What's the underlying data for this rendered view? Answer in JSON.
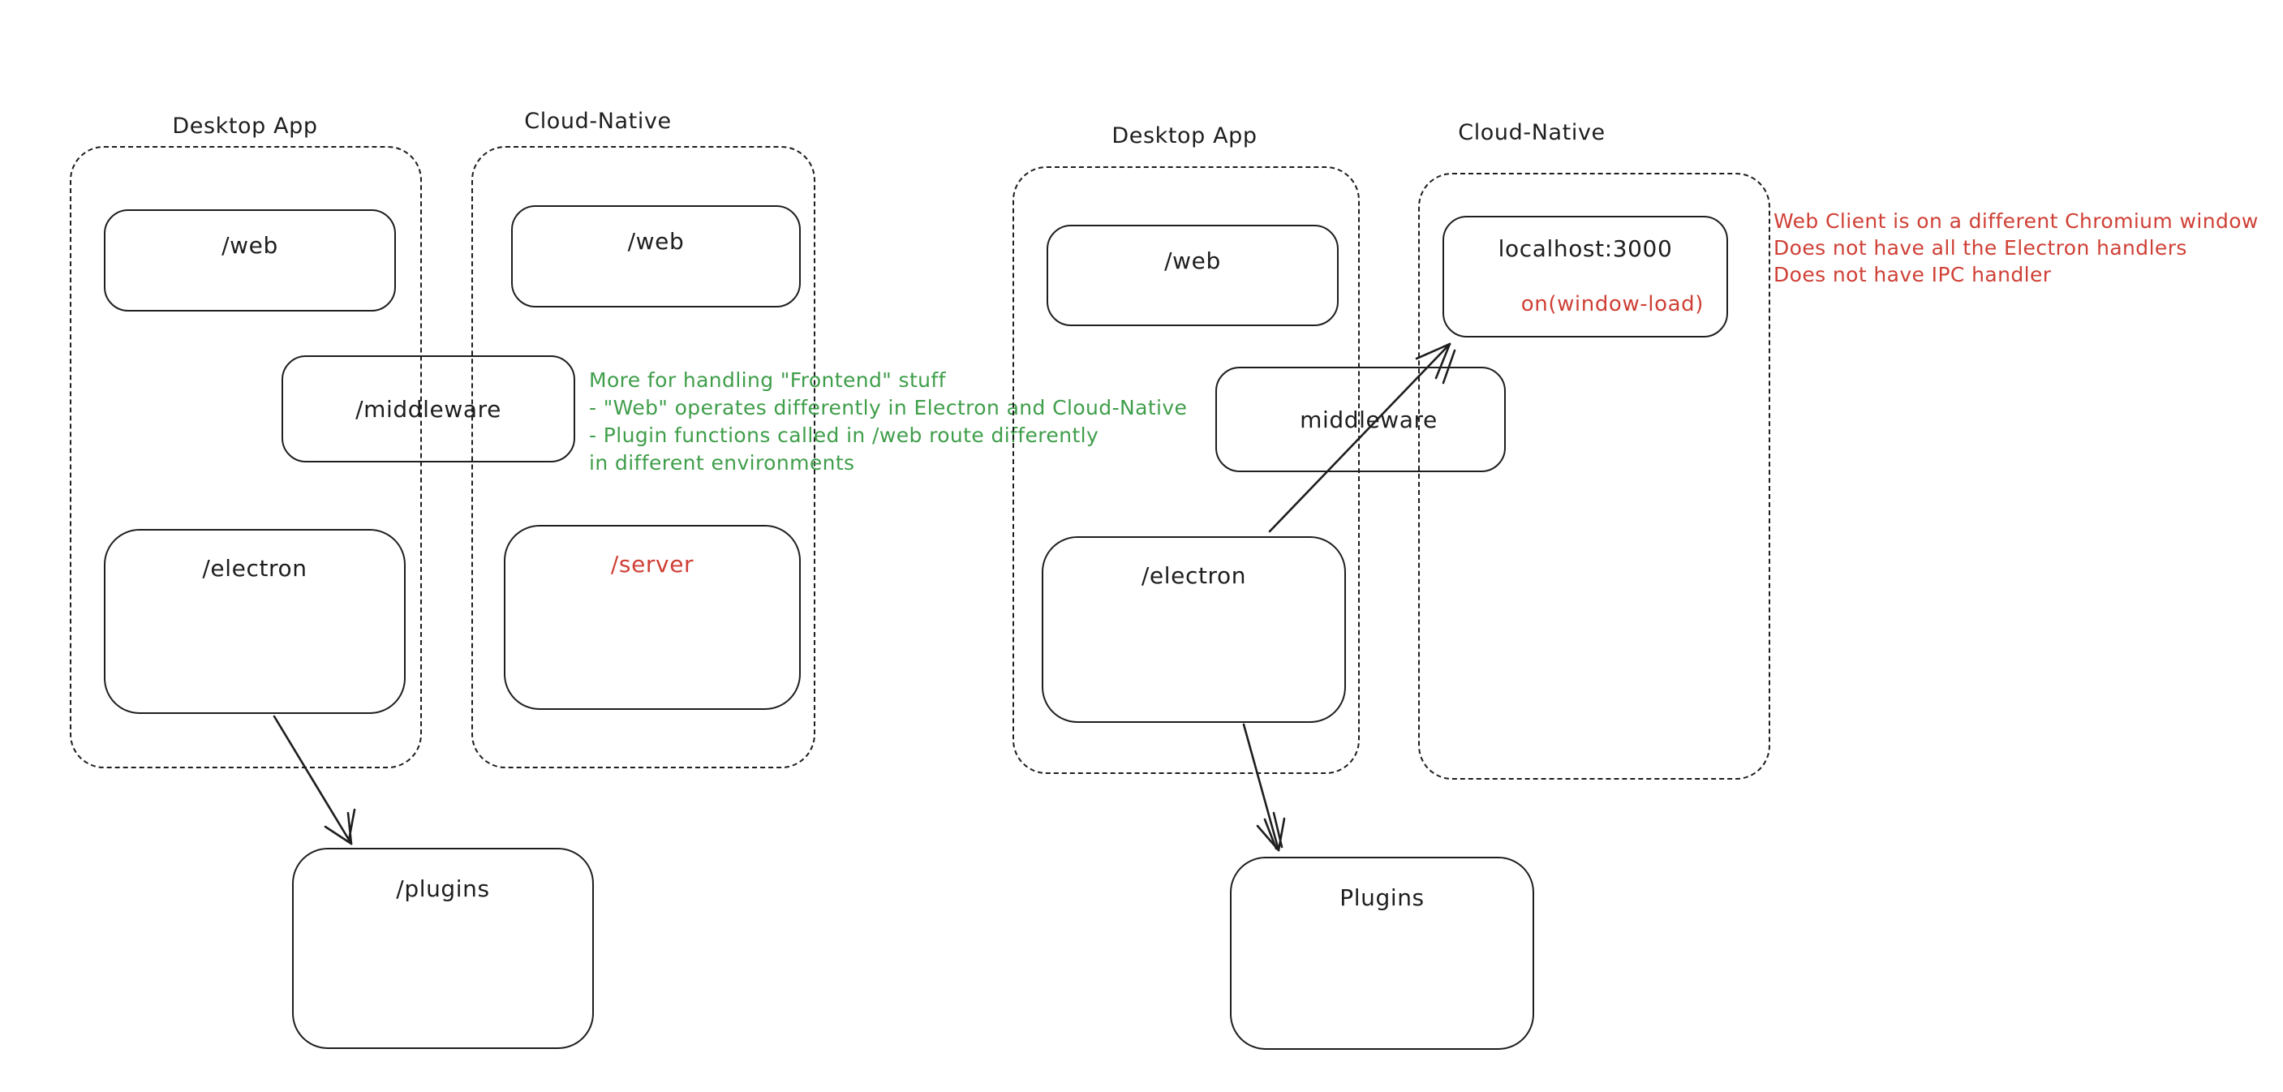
{
  "colors": {
    "ink": "#1e1e1e",
    "red": "#cf4036",
    "green": "#3f9e4a",
    "background": "#ffffff"
  },
  "left_diagram": {
    "desktop_container": {
      "label": "Desktop App"
    },
    "cloud_container": {
      "label": "Cloud-Native"
    },
    "nodes": {
      "web_desktop": "/web",
      "web_cloud": "/web",
      "middleware": "/middleware",
      "electron": "/electron",
      "server": "/server",
      "plugins": "/plugins"
    }
  },
  "right_diagram": {
    "desktop_container": {
      "label": "Desktop App"
    },
    "cloud_container": {
      "label": "Cloud-Native"
    },
    "nodes": {
      "web": "/web",
      "localhost": "localhost:3000",
      "window_load": "on(window-load)",
      "middleware": "middleware",
      "electron": "/electron",
      "plugins": "Plugins"
    }
  },
  "annotations": {
    "middleware_note": {
      "lines": [
        "More for handling \"Frontend\" stuff",
        "- \"Web\" operates differently in Electron and Cloud-Native",
        "- Plugin functions called in /web route differently",
        "in different environments"
      ]
    },
    "web_client_note": {
      "lines": [
        "Web Client is on a different Chromium window",
        "Does not have all the Electron handlers",
        "Does not have IPC handler"
      ]
    }
  }
}
